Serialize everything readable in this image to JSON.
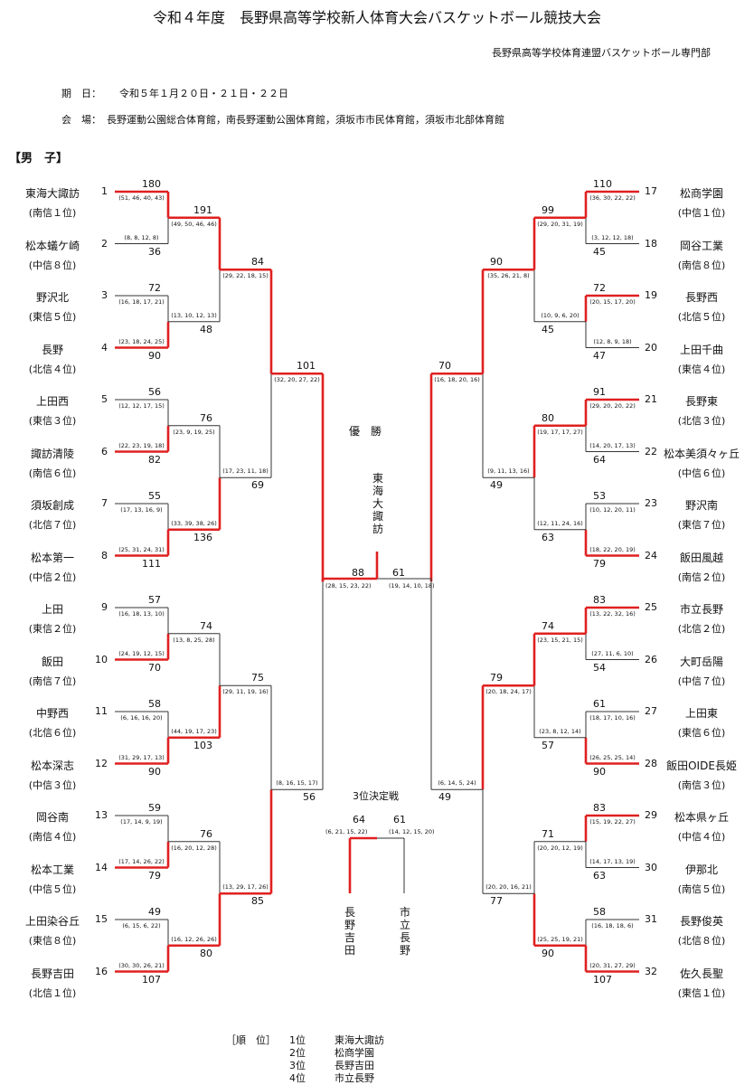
{
  "title": "令和４年度　長野県高等学校新人体育大会バスケットボール競技大会",
  "organizer": "長野県高等学校体育連盟バスケットボール専門部",
  "date": {
    "label": "期　日：",
    "value": "令和５年１月２０日・２１日・２２日"
  },
  "venue": {
    "label": "会　場：",
    "value": "長野運動公園総合体育館，南長野運動公園体育館，須坂市市民体育館，須坂市北部体育館"
  },
  "gender": "【男　子】",
  "colors": {
    "winner": "#e02020",
    "line": "#333333"
  },
  "left_teams": [
    {
      "seed": "1",
      "name": "東海大諏訪",
      "rank": "(南信１位)"
    },
    {
      "seed": "2",
      "name": "松本蟻ケ崎",
      "rank": "(中信８位)"
    },
    {
      "seed": "3",
      "name": "野沢北",
      "rank": "(東信５位)"
    },
    {
      "seed": "4",
      "name": "長野",
      "rank": "(北信４位)"
    },
    {
      "seed": "5",
      "name": "上田西",
      "rank": "(東信３位)"
    },
    {
      "seed": "6",
      "name": "諏訪清陵",
      "rank": "(南信６位)"
    },
    {
      "seed": "7",
      "name": "須坂創成",
      "rank": "(北信７位)"
    },
    {
      "seed": "8",
      "name": "松本第一",
      "rank": "(中信２位)"
    },
    {
      "seed": "9",
      "name": "上田",
      "rank": "(東信２位)"
    },
    {
      "seed": "10",
      "name": "飯田",
      "rank": "(南信７位)"
    },
    {
      "seed": "11",
      "name": "中野西",
      "rank": "(北信６位)"
    },
    {
      "seed": "12",
      "name": "松本深志",
      "rank": "(中信３位)"
    },
    {
      "seed": "13",
      "name": "岡谷南",
      "rank": "(南信４位)"
    },
    {
      "seed": "14",
      "name": "松本工業",
      "rank": "(中信５位)"
    },
    {
      "seed": "15",
      "name": "上田染谷丘",
      "rank": "(東信８位)"
    },
    {
      "seed": "16",
      "name": "長野吉田",
      "rank": "(北信１位)"
    }
  ],
  "right_teams": [
    {
      "seed": "17",
      "name": "松商学園",
      "rank": "(中信１位)"
    },
    {
      "seed": "18",
      "name": "岡谷工業",
      "rank": "(南信８位)"
    },
    {
      "seed": "19",
      "name": "長野西",
      "rank": "(北信５位)"
    },
    {
      "seed": "20",
      "name": "上田千曲",
      "rank": "(東信４位)"
    },
    {
      "seed": "21",
      "name": "長野東",
      "rank": "(北信３位)"
    },
    {
      "seed": "22",
      "name": "松本美須々ヶ丘",
      "rank": "(中信６位)"
    },
    {
      "seed": "23",
      "name": "野沢南",
      "rank": "(東信７位)"
    },
    {
      "seed": "24",
      "name": "飯田風越",
      "rank": "(南信２位)"
    },
    {
      "seed": "25",
      "name": "市立長野",
      "rank": "(北信２位)"
    },
    {
      "seed": "26",
      "name": "大町岳陽",
      "rank": "(中信７位)"
    },
    {
      "seed": "27",
      "name": "上田東",
      "rank": "(東信６位)"
    },
    {
      "seed": "28",
      "name": "飯田OIDE長姫",
      "rank": "(南信３位)"
    },
    {
      "seed": "29",
      "name": "松本県ヶ丘",
      "rank": "(中信４位)"
    },
    {
      "seed": "30",
      "name": "伊那北",
      "rank": "(南信５位)"
    },
    {
      "seed": "31",
      "name": "長野俊英",
      "rank": "(北信８位)"
    },
    {
      "seed": "32",
      "name": "佐久長聖",
      "rank": "(東信１位)"
    }
  ],
  "left_r1": [
    {
      "s1": "180",
      "q": "(51, 46, 40, 43)",
      "s2": "36",
      "q2": "(8, 8, 12, 8)"
    },
    {
      "s1": "72",
      "q": "(16, 18, 17, 21)",
      "s2": "90",
      "q2": "(23, 18, 24, 25)"
    },
    {
      "s1": "56",
      "q": "(12, 12, 17, 15)",
      "s2": "82",
      "q2": "(22, 23, 19, 18)"
    },
    {
      "s1": "55",
      "q": "(17, 13, 16, 9)",
      "s2": "111",
      "q2": "(25, 31, 24, 31)"
    },
    {
      "s1": "57",
      "q": "(16, 18, 13, 10)",
      "s2": "70",
      "q2": "(24, 19, 12, 15)"
    },
    {
      "s1": "58",
      "q": "(6, 16, 16, 20)",
      "s2": "90",
      "q2": "(31, 29, 17, 13)"
    },
    {
      "s1": "59",
      "q": "(17, 14, 9, 19)",
      "s2": "79",
      "q2": "(17, 14, 26, 22)"
    },
    {
      "s1": "49",
      "q": "(6, 15, 6, 22)",
      "s2": "107",
      "q2": "(30, 30, 26, 21)"
    }
  ],
  "left_r2": [
    {
      "s1": "191",
      "q": "(49, 50, 46, 46)",
      "s2": "48",
      "q2": "(13, 10, 12, 13)"
    },
    {
      "s1": "76",
      "q": "(23, 9, 19, 25)",
      "s2": "136",
      "q2": "(33, 39, 38, 26)"
    },
    {
      "s1": "74",
      "q": "(13, 8, 25, 28)",
      "s2": "103",
      "q2": "(44, 19, 17, 23)"
    },
    {
      "s1": "76",
      "q": "(16, 20, 12, 28)",
      "s2": "80",
      "q2": "(16, 12, 26, 26)"
    }
  ],
  "left_r3": [
    {
      "s1": "84",
      "q": "(29, 22, 18, 15)",
      "s2": "69",
      "q2": "(17, 23, 11, 18)"
    },
    {
      "s1": "75",
      "q": "(29, 11, 19, 16)",
      "s2": "85",
      "q2": "(13, 29, 17, 26)"
    }
  ],
  "left_r4": {
    "s1": "101",
    "q": "(32, 20, 27, 22)",
    "s2": "56",
    "q2": "(8, 16, 15, 17)"
  },
  "right_r1": [
    {
      "s1": "110",
      "q": "(36, 30, 22, 22)",
      "s2": "45",
      "q2": "(3, 12, 12, 18)"
    },
    {
      "s1": "72",
      "q": "(20, 15, 17, 20)",
      "s2": "47",
      "q2": "(12, 8, 9, 18)"
    },
    {
      "s1": "91",
      "q": "(29, 20, 20, 22)",
      "s2": "64",
      "q2": "(14, 20, 17, 13)"
    },
    {
      "s1": "53",
      "q": "(10, 12, 20, 11)",
      "s2": "79",
      "q2": "(18, 22, 20, 19)"
    },
    {
      "s1": "83",
      "q": "(13, 22, 32, 16)",
      "s2": "54",
      "q2": "(27, 11, 6, 10)"
    },
    {
      "s1": "61",
      "q": "(18, 17, 10, 16)",
      "s2": "90",
      "q2": "(26, 25, 25, 14)"
    },
    {
      "s1": "83",
      "q": "(15, 19, 22, 27)",
      "s2": "63",
      "q2": "(14, 17, 13, 19)"
    },
    {
      "s1": "58",
      "q": "(16, 18, 18, 6)",
      "s2": "107",
      "q2": "(20, 31, 27, 29)"
    }
  ],
  "right_r2": [
    {
      "s1": "99",
      "q": "(29, 20, 31, 19)",
      "s2": "45",
      "q2": "(10, 9, 6, 20)"
    },
    {
      "s1": "80",
      "q": "(19, 17, 17, 27)",
      "s2": "63",
      "q2": "(12, 11, 24, 16)"
    },
    {
      "s1": "74",
      "q": "(23, 15, 21, 15)",
      "s2": "57",
      "q2": "(23, 8, 12, 14)"
    },
    {
      "s1": "71",
      "q": "(20, 20, 12, 19)",
      "s2": "90",
      "q2": "(25, 25, 19, 21)"
    }
  ],
  "right_r3": [
    {
      "s1": "90",
      "q": "(35, 26, 21, 8)",
      "s2": "49",
      "q2": "(9, 11, 13, 16)"
    },
    {
      "s1": "79",
      "q": "(20, 18, 24, 17)",
      "s2": "77",
      "q2": "(20, 20, 16, 21)"
    }
  ],
  "right_r4": {
    "s1": "70",
    "q": "(16, 18, 20, 16)",
    "s2": "49",
    "q2": "(6, 14, 5, 24)"
  },
  "final": {
    "label": "優　勝",
    "winner": "東海大諏訪",
    "s1": "88",
    "q1": "(28, 15, 23, 22)",
    "s2": "61",
    "q2": "(19, 14, 10, 18)"
  },
  "third": {
    "label": "3位決定戦",
    "s1": "64",
    "q1": "(6, 21, 15, 22)",
    "s2": "61",
    "q2": "(14, 12, 15, 20)",
    "team1": "長野吉田",
    "team2": "市立長野"
  },
  "standings": {
    "label": "［順　位］",
    "rows": [
      {
        "place": "1位",
        "team": "東海大諏訪"
      },
      {
        "place": "2位",
        "team": "松商学園"
      },
      {
        "place": "3位",
        "team": "長野吉田"
      },
      {
        "place": "4位",
        "team": "市立長野"
      }
    ]
  }
}
